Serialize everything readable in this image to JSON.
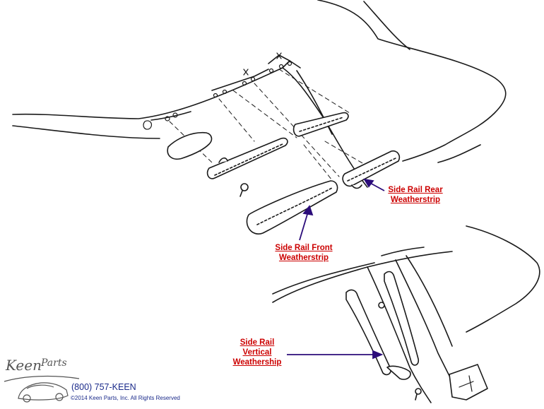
{
  "callouts": {
    "rear": {
      "line1": "Side Rail Rear",
      "line2": "Weatherstrip"
    },
    "front": {
      "line1": "Side Rail Front",
      "line2": "Weatherstrip"
    },
    "vertical": {
      "line1": "Side Rail",
      "line2": "Vertical",
      "line3": "Weathership"
    }
  },
  "footer": {
    "logo_text": "Keen Parts",
    "phone": "(800) 757-KEEN",
    "copyright": "©2014 Keen Parts, Inc. All Rights Reserved"
  },
  "colors": {
    "label": "#cc0000",
    "arrow": "#2b0c7a",
    "line": "#1a1a1a",
    "footer": "#1a2a8a"
  }
}
